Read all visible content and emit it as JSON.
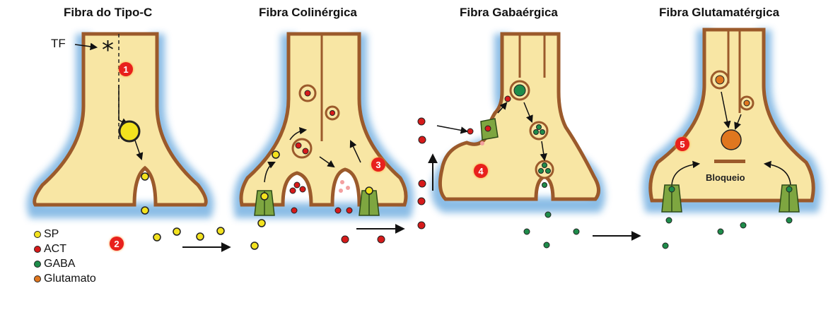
{
  "colors": {
    "sp": "#f3e21e",
    "act": "#d61a1a",
    "gaba": "#1e8c4a",
    "glutamate": "#e0771f",
    "cytoplasm": "#f8e6a4",
    "membrane": "#9b5a2b",
    "glow": "#7fb6e3",
    "receptor": "#7ea640"
  },
  "panels": [
    {
      "title": "Fibra do Tipo-C"
    },
    {
      "title": "Fibra Colinérgica"
    },
    {
      "title": "Fibra Gabaérgica"
    },
    {
      "title": "Fibra Glutamatérgica"
    }
  ],
  "labels": {
    "tf": "TF",
    "bloqueio": "Bloqueio"
  },
  "steps": [
    "1",
    "2",
    "3",
    "4",
    "5"
  ],
  "legend": [
    {
      "label": "SP",
      "color": "#f3e21e"
    },
    {
      "label": "ACT",
      "color": "#d61a1a"
    },
    {
      "label": "GABA",
      "color": "#1e8c4a"
    },
    {
      "label": "Glutamato",
      "color": "#e0771f"
    }
  ]
}
